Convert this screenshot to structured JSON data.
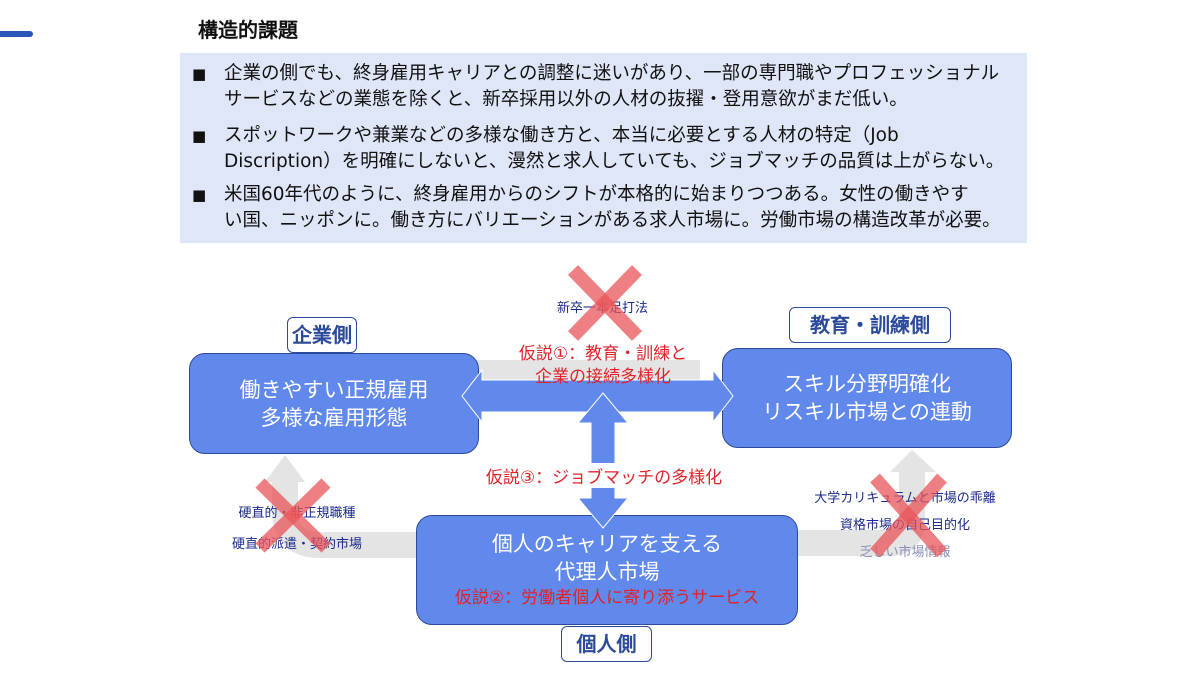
{
  "title": "構造的課題",
  "bullets": [
    {
      "lines": [
        "企業の側でも、終身雇用キャリアとの調整に迷いがあり、一部の専門職やプロフェッショナル",
        "サービスなどの業態を除くと、新卒採用以外の人材の抜擢・登用意欲がまだ低い。"
      ]
    },
    {
      "lines": [
        "スポットワークや兼業などの多様な働き方と、本当に必要とする人材の特定（Job",
        "Discription）を明確にしないと、漫然と求人していても、ジョブマッチの品質は上がらない。"
      ]
    },
    {
      "lines": [
        "米国60年代のように、終身雇用からのシフトが本格的に始まりつつある。女性の働きやす",
        "い国、ニッポンに。働き方にバリエーションがある求人市場に。労働市場の構造改革が必要。"
      ]
    }
  ],
  "diagram": {
    "company": {
      "tag": "企業側",
      "lines": [
        "働きやすい正規雇用",
        "多様な雇用形態"
      ]
    },
    "education": {
      "tag": "教育・訓練側",
      "lines": [
        "スキル分野明確化",
        "リスキル市場との連動"
      ]
    },
    "individual": {
      "tag": "個人側",
      "lines": [
        "個人のキャリアを支える",
        "代理人市場"
      ],
      "hypothesis": "仮説②：労働者個人に寄り添うサービス"
    },
    "hypothesis1": [
      "仮説①：教育・訓練と",
      "企業の接続多様化"
    ],
    "hypothesis3": "仮説③：ジョブマッチの多様化",
    "crossed_top": "新卒一本足打法",
    "crossed_left": [
      "硬直的・非正規職種",
      "硬直的派遣・契約市場"
    ],
    "crossed_right": [
      "大学カリキュラムと市場の乖離",
      "資格市場の自己目的化",
      "乏しい市場情報"
    ]
  },
  "colors": {
    "box": "#6189ec",
    "hypothesis": "#e0222a",
    "cross": "#e8555a",
    "note": "#1b2a8a"
  }
}
